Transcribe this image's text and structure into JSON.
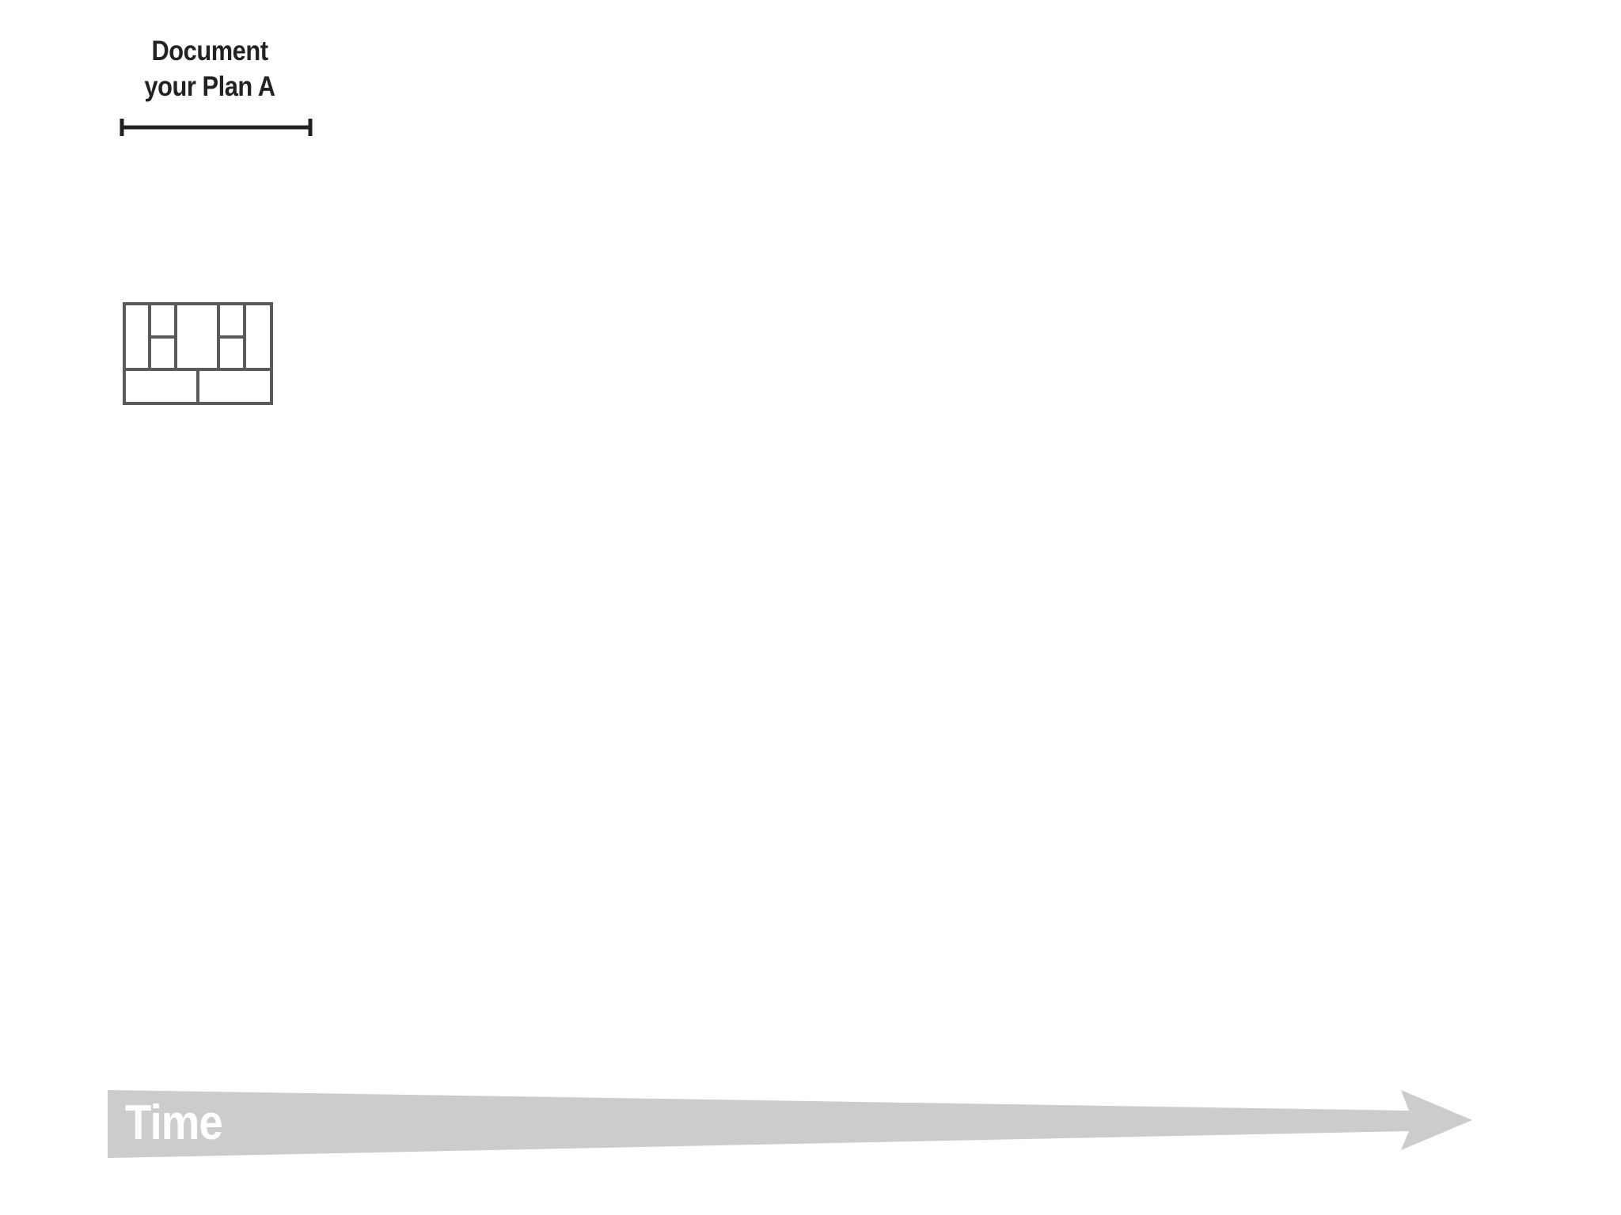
{
  "step": {
    "label_line1": "Document",
    "label_line2": "your Plan A"
  },
  "icons": {
    "range_bar": "range-bracket-icon",
    "canvas": "lean-canvas-icon"
  },
  "timeline": {
    "label": "Time"
  },
  "colors": {
    "text": "#222222",
    "bar": "#222222",
    "icon_stroke": "#5a5a5a",
    "arrow_fill": "#cccccc",
    "arrow_text": "#ffffff"
  }
}
